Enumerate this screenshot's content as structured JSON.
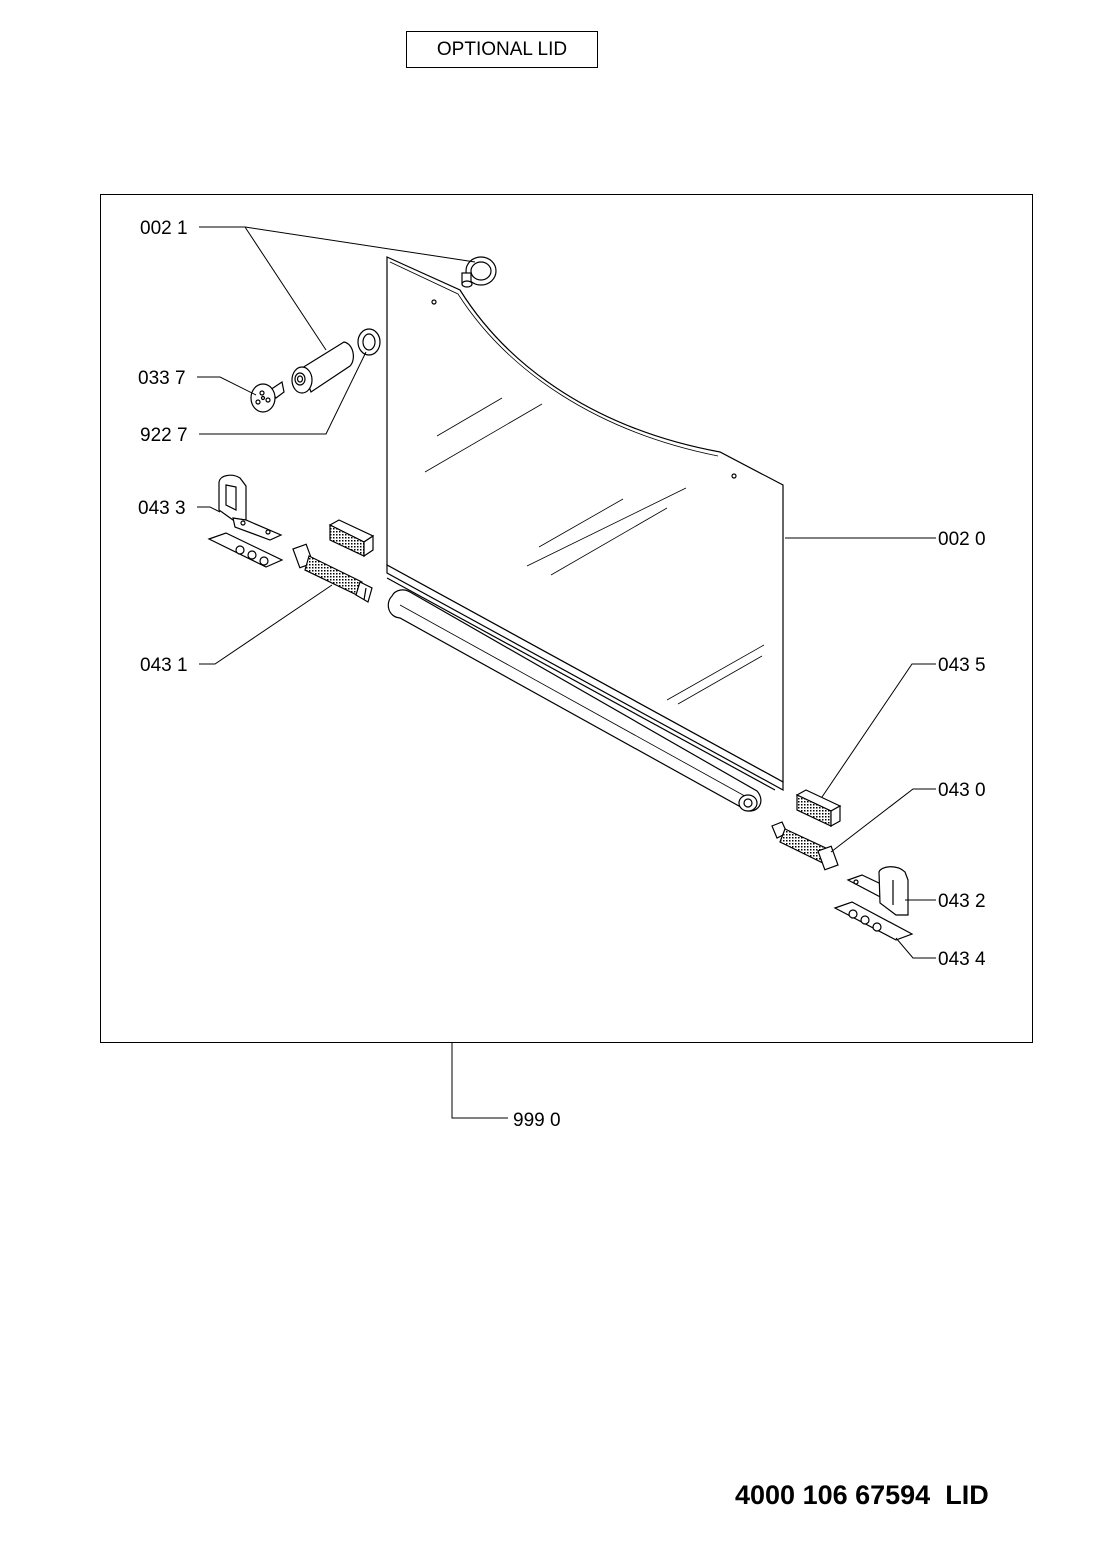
{
  "title": "OPTIONAL LID",
  "footer": "4000 106 67594  LID",
  "callouts": {
    "c0021": "002 1",
    "c0337": "033 7",
    "c9227": "922 7",
    "c0433": "043 3",
    "c0431": "043 1",
    "c0020": "002 0",
    "c0435": "043 5",
    "c0430": "043 0",
    "c0432": "043 2",
    "c0434": "043 4",
    "c9990": "999 0"
  }
}
